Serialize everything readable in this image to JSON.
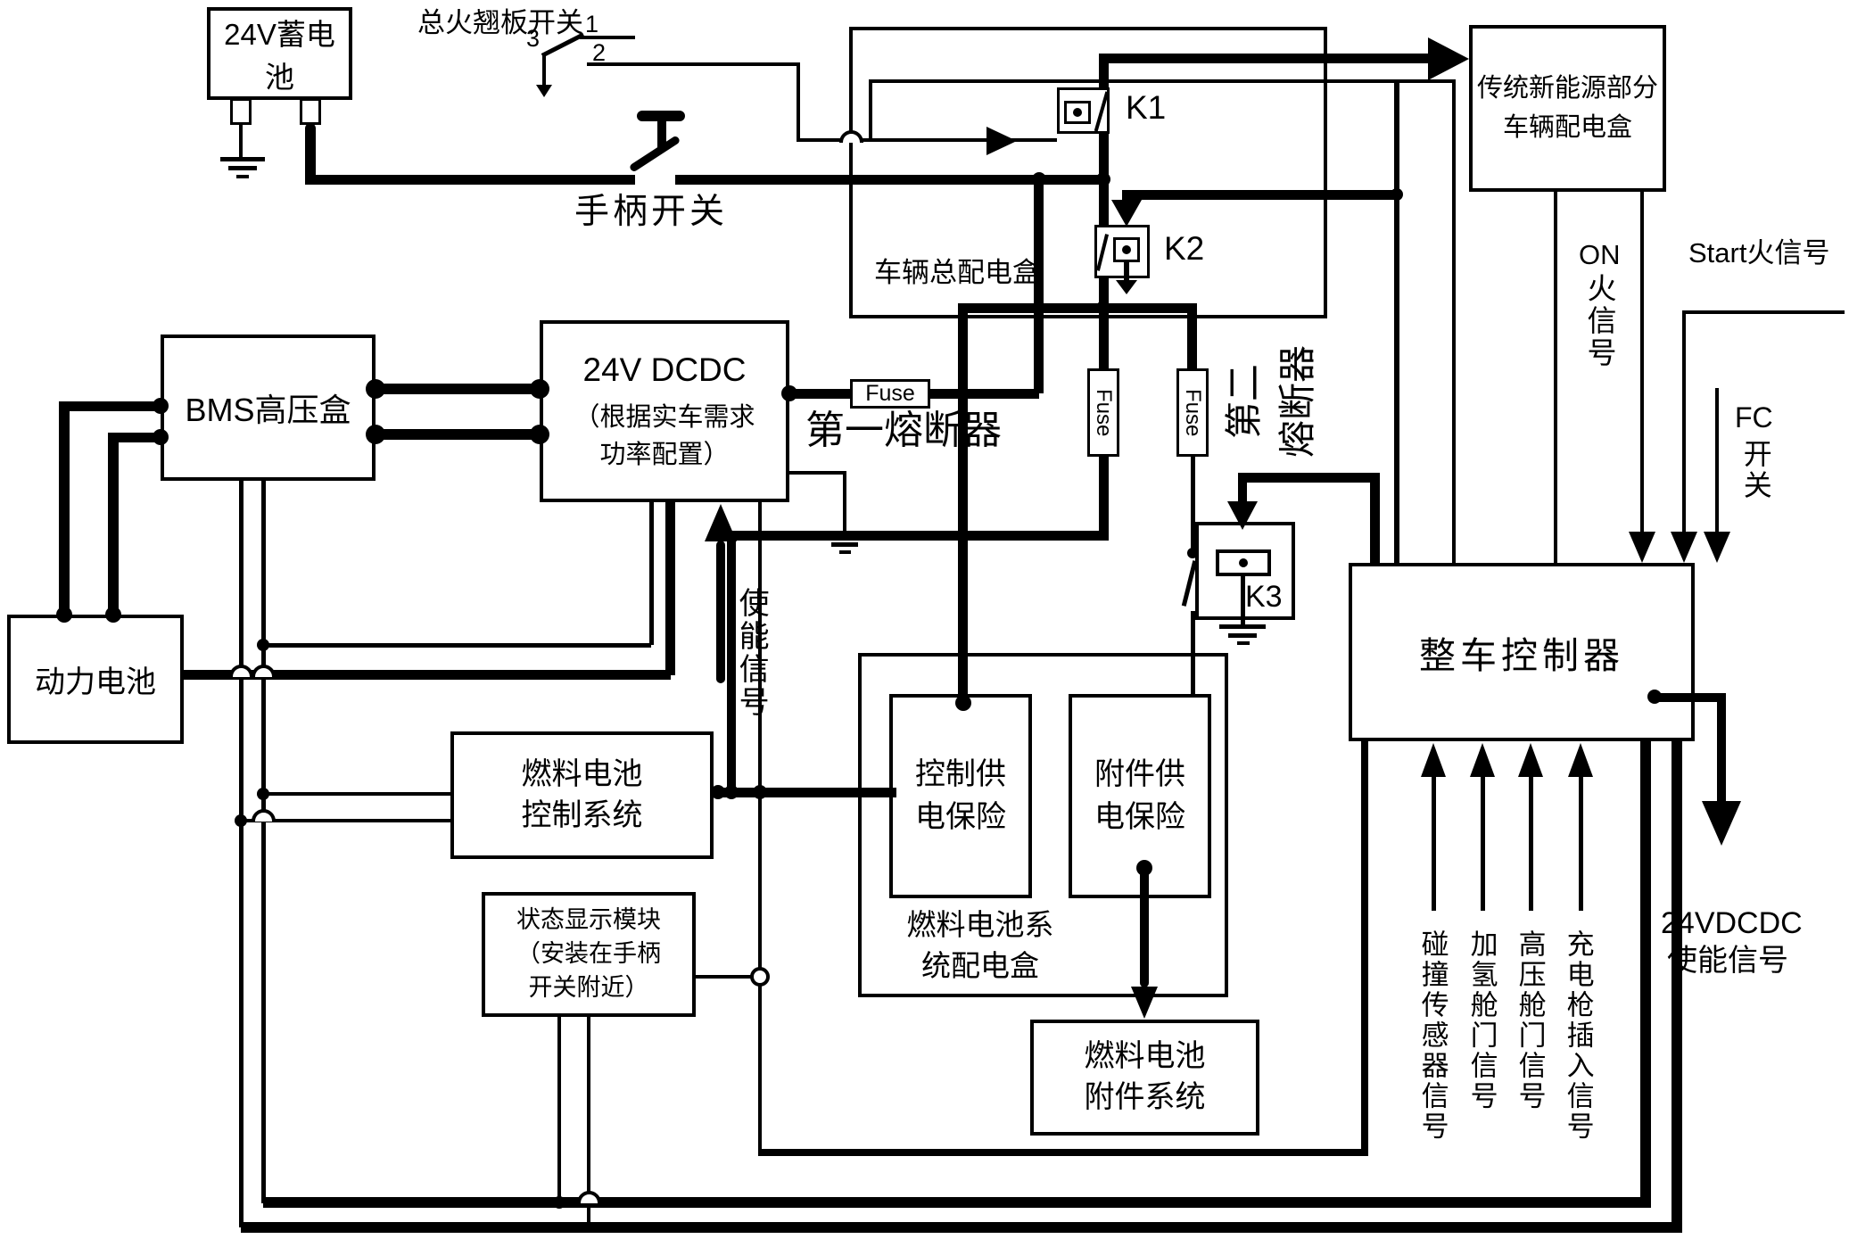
{
  "colors": {
    "ink": "#000000",
    "paper": "#ffffff"
  },
  "battery": {
    "label": "24V蓄电池"
  },
  "rocker": {
    "label": "总火翘板开关",
    "n1": "1",
    "n2": "2",
    "n3": "3"
  },
  "handle": {
    "label": "手柄开关"
  },
  "distro": {
    "label": "车辆总配电盒"
  },
  "trad": {
    "l1": "传统新能源部分",
    "l2": "车辆配电盒"
  },
  "relays": {
    "k1": "K1",
    "k2": "K2",
    "k3": "K3"
  },
  "bms": {
    "label": "BMS高压盒"
  },
  "dcdc": {
    "l1": "24V DCDC",
    "l2": "（根据实车需求",
    "l3": "功率配置）"
  },
  "fuses": {
    "fuse1": "Fuse",
    "fuse2": "Fuse",
    "fuse3": "Fuse",
    "first": "第一熔断器",
    "second_a": "第二",
    "second_b": "熔断器"
  },
  "power_battery": {
    "label": "动力电池"
  },
  "fc_ctrl": {
    "l1": "燃料电池",
    "l2": "控制系统"
  },
  "status": {
    "l1": "状态显示模块",
    "l2": "（安装在手柄",
    "l3": "开关附近）"
  },
  "fc_distro": {
    "l1": "燃料电池系",
    "l2": "统配电盒"
  },
  "ctrl_fuse": {
    "l1": "控制供",
    "l2": "电保险"
  },
  "acc_fuse": {
    "l1": "附件供",
    "l2": "电保险"
  },
  "fc_acc": {
    "l1": "燃料电池",
    "l2": "附件系统"
  },
  "vcu": {
    "label": "整车控制器"
  },
  "enable": {
    "label": "使能信号"
  },
  "right_signals": {
    "on": "ON",
    "on_col": "火信号",
    "start": "Start火信号",
    "fc": "FC",
    "fc_col": "开关"
  },
  "dcdc_enable": {
    "l1": "24VDCDC",
    "l2": "使能信号"
  },
  "bottom_signals": {
    "s1": "碰撞传感器信号",
    "s2": "加氢舱门信号",
    "s3": "高压舱门信号",
    "s4": "充电枪插入信号"
  }
}
